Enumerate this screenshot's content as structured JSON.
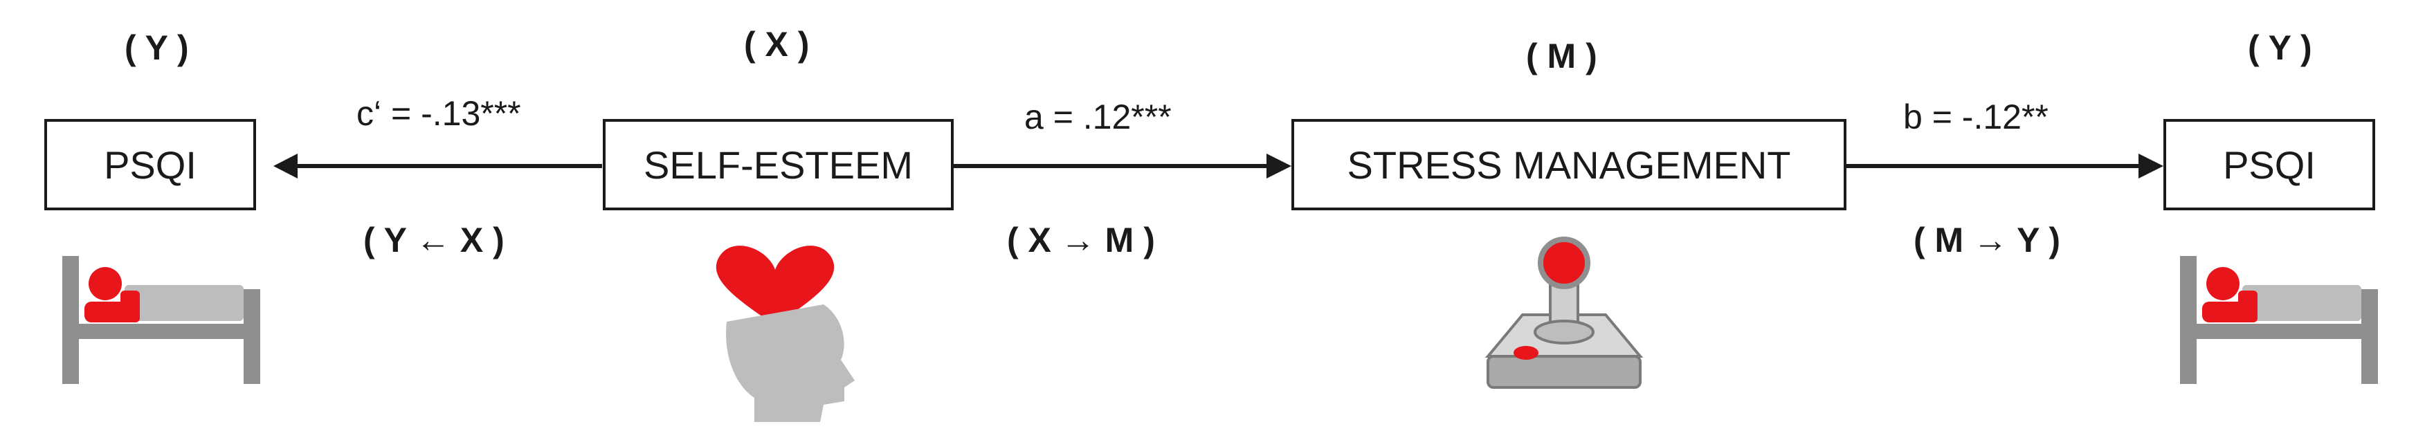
{
  "roles": {
    "y_left": "( Y )",
    "x": "( X )",
    "m": "( M )",
    "y_right": "( Y )"
  },
  "nodes": {
    "psqi_left": "PSQI",
    "self_esteem": "SELF-ESTEEM",
    "stress_management": "STRESS MANAGEMENT",
    "psqi_right": "PSQI"
  },
  "paths": {
    "c_prime": {
      "coef": "c‘ = -.13***",
      "direction": "( Y ← X )"
    },
    "a": {
      "coef": "a = .12***",
      "direction": "( X → M )"
    },
    "b": {
      "coef": "b = -.12**",
      "direction": "( M → Y )"
    }
  },
  "colors": {
    "accent": "#e8151b",
    "line": "#1a1a1a",
    "gray": "#8f8f8f",
    "light_gray": "#bdbdbd"
  },
  "icons": [
    "bed-sleep-icon",
    "heart-head-icon",
    "joystick-icon",
    "bed-sleep-icon"
  ]
}
